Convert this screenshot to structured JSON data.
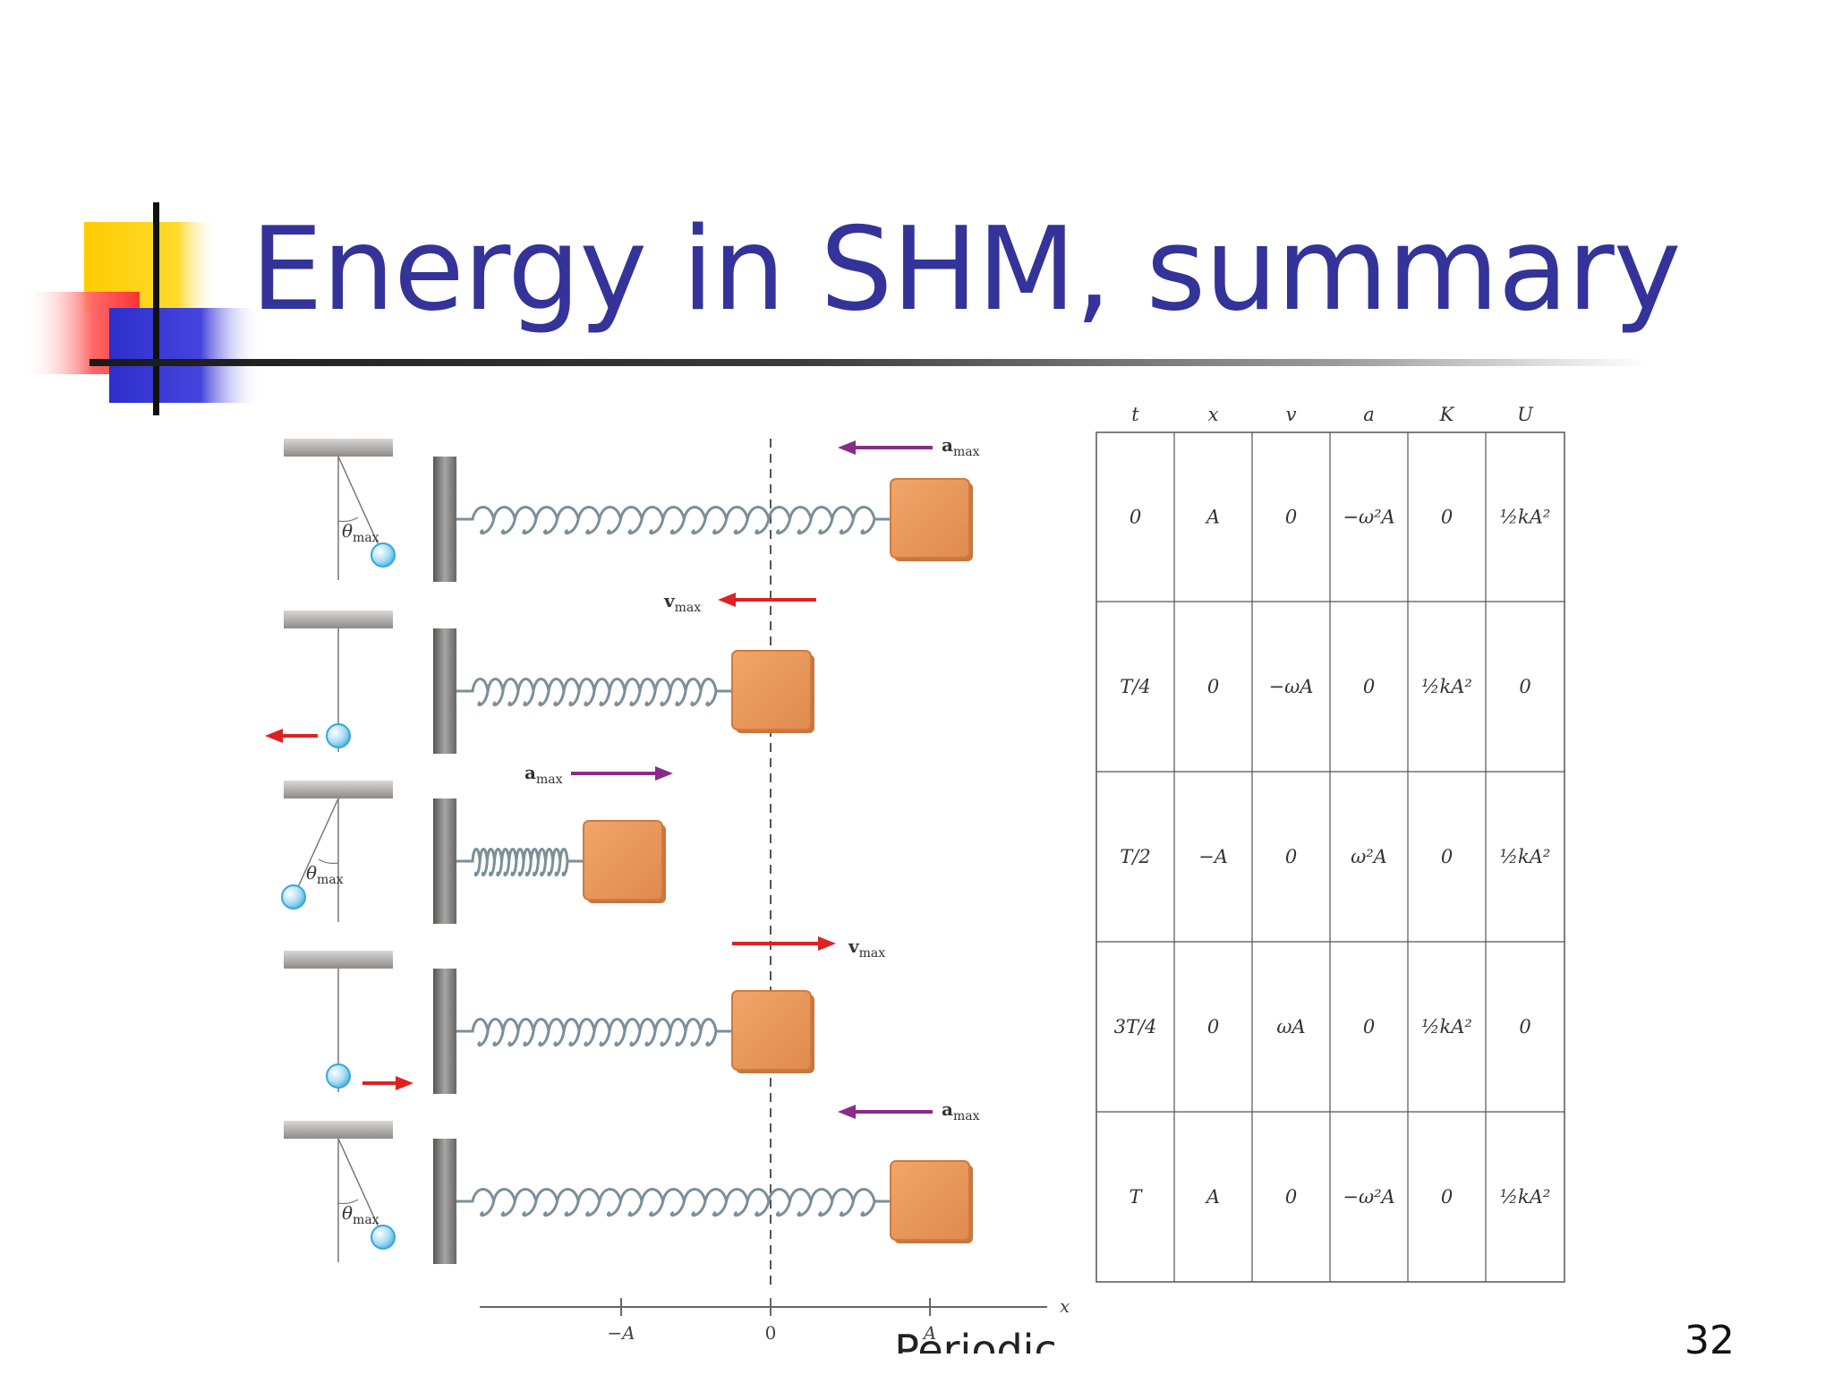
{
  "slide": {
    "title": "Energy in SHM, summary",
    "footer": "Periodic Motion",
    "page_number": "32"
  },
  "colors": {
    "title": "#333399",
    "accent_yellow": "#FFCC00",
    "accent_red": "#FF3333",
    "accent_blue": "#3333CC",
    "block": "#E8965A",
    "bob": "#A8DDF5",
    "arrow_acceleration": "#8B2A8B",
    "arrow_velocity": "#DD2222",
    "spring": "#7A8F99"
  },
  "diagram": {
    "rows": [
      {
        "block_pos": "A",
        "vector_label": "a",
        "vector_sub": "max",
        "angle_label": "θ",
        "angle_sub": "max"
      },
      {
        "block_pos": "0",
        "vector_label": "v",
        "vector_sub": "max"
      },
      {
        "block_pos": "-A",
        "vector_label": "a",
        "vector_sub": "max",
        "angle_label": "θ",
        "angle_sub": "max"
      },
      {
        "block_pos": "0",
        "vector_label": "v",
        "vector_sub": "max"
      },
      {
        "block_pos": "A",
        "vector_label": "a",
        "vector_sub": "max",
        "angle_label": "θ",
        "angle_sub": "max"
      }
    ],
    "axis": {
      "ticks": [
        "−A",
        "0",
        "A"
      ],
      "label": "x"
    }
  },
  "table": {
    "headers": [
      "t",
      "x",
      "v",
      "a",
      "K",
      "U"
    ],
    "rows": [
      [
        "0",
        "A",
        "0",
        "−ω²A",
        "0",
        "½kA²"
      ],
      [
        "T/4",
        "0",
        "−ωA",
        "0",
        "½kA²",
        "0"
      ],
      [
        "T/2",
        "−A",
        "0",
        "ω²A",
        "0",
        "½kA²"
      ],
      [
        "3T/4",
        "0",
        "ωA",
        "0",
        "½kA²",
        "0"
      ],
      [
        "T",
        "A",
        "0",
        "−ω²A",
        "0",
        "½kA²"
      ]
    ]
  }
}
